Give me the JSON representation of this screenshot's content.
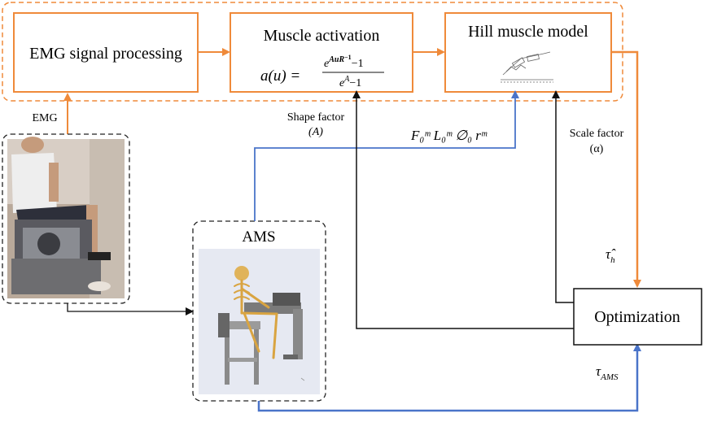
{
  "blocks": {
    "emg_processing": "EMG signal processing",
    "muscle_activation": {
      "title": "Muscle activation",
      "formula_lhs": "a(u) =",
      "numerator_base": "e",
      "numerator_exp": "AuR",
      "numerator_exp_sup": "−1",
      "numerator_tail": "−1",
      "denominator": "e",
      "denominator_exp": "A",
      "denominator_tail": "−1"
    },
    "hill_model": "Hill muscle model",
    "ams": "AMS",
    "optimization": "Optimization"
  },
  "labels": {
    "emg": "EMG",
    "shape_factor": "Shape factor",
    "shape_symbol": "(A)",
    "params": "F₀ᵐ  L₀ᵐ  ∅₀  rᵐ",
    "scale_factor": "Scale factor",
    "scale_symbol": "(α)",
    "tau_h": "τ̂",
    "tau_h_sub": "h",
    "tau_ams": "τ",
    "tau_ams_sub": "AMS"
  },
  "colors": {
    "orange": "#ef8a3a",
    "blue": "#4a74c9",
    "black": "#111111"
  }
}
